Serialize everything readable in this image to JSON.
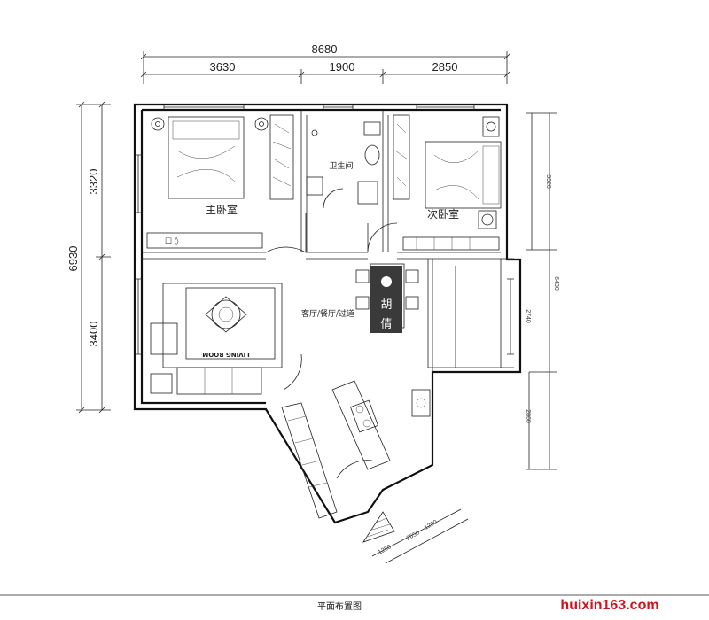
{
  "dimensions": {
    "total_width": "8680",
    "top_segments": [
      "3630",
      "1900",
      "2850"
    ],
    "left_total": "6930",
    "left_upper": "3320",
    "left_lower": "3400",
    "right_upper": "3320",
    "right_total": "6430",
    "right_middle": "2740",
    "right_lower": "2860",
    "bottom_segments": [
      "1250",
      "2650",
      "1200"
    ]
  },
  "rooms": {
    "master_bedroom": "主卧室",
    "second_bedroom": "次卧室",
    "bathroom": "卫生间",
    "living_dining": "客厅/餐厅/过道"
  },
  "rug_label": "LIVING ROOM",
  "stamp": {
    "char1": "胡",
    "char2": "倩"
  },
  "caption": "平面布置图",
  "watermark": "huixin163.com",
  "colors": {
    "line": "#111111",
    "watermark": "#d0121b",
    "stamp_bg": "#3a3a3a"
  }
}
